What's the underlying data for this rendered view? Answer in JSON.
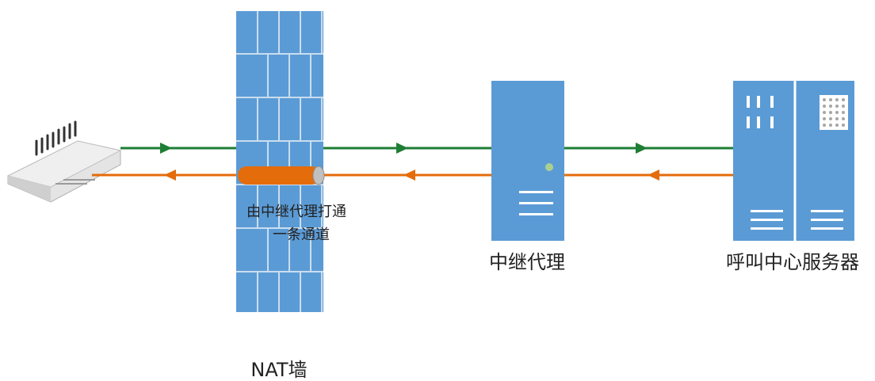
{
  "labels": {
    "tunnel_line1": "由中继代理打通",
    "tunnel_line2": "一条通道",
    "relay": "中继代理",
    "server": "呼叫中心服务器",
    "nat_wall": "NAT墙"
  },
  "colors": {
    "wall": "#5B9BD5",
    "wall_mortar": "#C9DDF0",
    "server_blue": "#5B9BD5",
    "green_arrow": "#1E7E34",
    "orange_arrow": "#E46C0A",
    "tunnel": "#E46C0A",
    "gateway_body": "#D9D9D9"
  },
  "icons": {
    "gateway": "gsm-gateway-device-icon",
    "relay": "relay-server-icon",
    "server": "call-center-server-icon"
  }
}
